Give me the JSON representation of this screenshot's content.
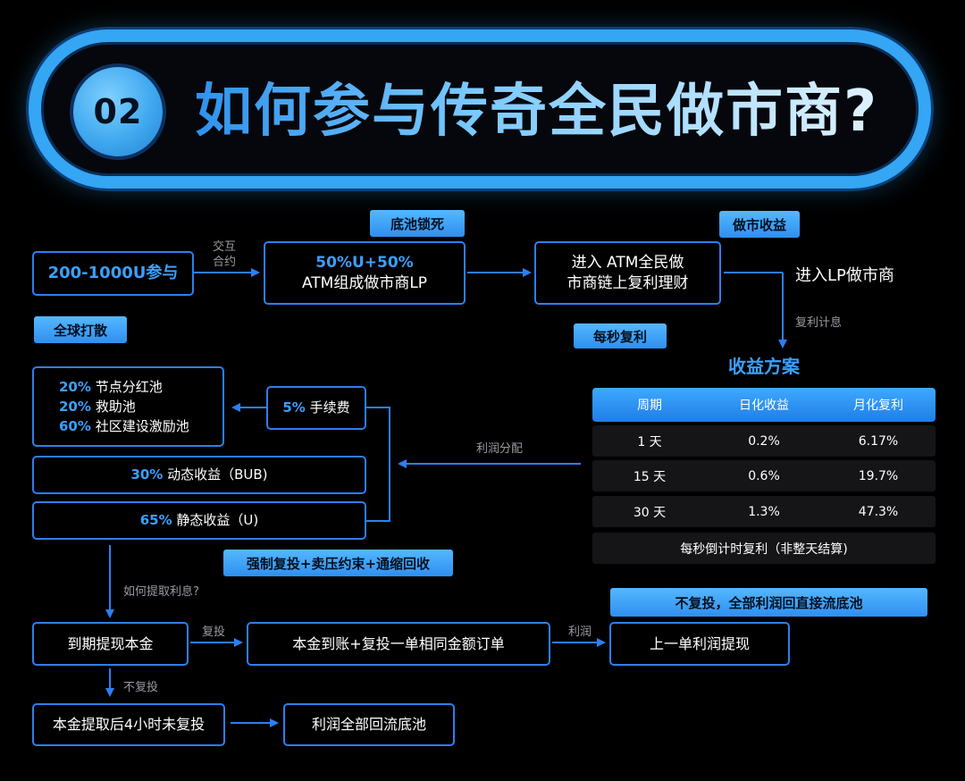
{
  "title": {
    "number": "02",
    "text": "如何参与传奇全民做市商?"
  },
  "tags": {
    "lock_pool": "底池锁死",
    "mm_income": "做市收益",
    "global": "全球打散",
    "per_second": "每秒复利",
    "forced": "强制复投+卖压约束+通缩回收",
    "no_reinvest_all": "不复投，全部利润回直接流底池"
  },
  "flow": {
    "entry": "200-1000U参与",
    "interact_label_1": "交互",
    "interact_label_2": "合约",
    "lp_highlight": "50%U+50%",
    "lp_text": "ATM组成做市商LP",
    "atm_line1": "进入 ATM全民做",
    "atm_line2": "市商链上复利理财",
    "enter_lp": "进入LP做市商",
    "compound_label": "复利计息",
    "profit_dist": "利润分配",
    "fee_pct": "5%",
    "fee_text": "手续费"
  },
  "allocation": {
    "pools": [
      {
        "pct": "20%",
        "label": "节点分红池"
      },
      {
        "pct": "20%",
        "label": "救助池"
      },
      {
        "pct": "60%",
        "label": "社区建设激励池"
      }
    ],
    "dynamic_pct": "30%",
    "dynamic_text": "动态收益（BUB)",
    "static_pct": "65%",
    "static_text": "静态收益（U)"
  },
  "withdraw": {
    "question": "如何提取利息?",
    "maturity": "到期提现本金",
    "reinvest_label": "复投",
    "reinvest_box": "本金到账+复投一单相同金额订单",
    "profit_label": "利润",
    "last_profit": "上一单利润提现",
    "no_reinvest_label": "不复投",
    "no_reinvest_box": "本金提取后4小时未复投",
    "return_pool": "利润全部回流底池"
  },
  "plan": {
    "title": "收益方案",
    "headers": [
      "周期",
      "日化收益",
      "月化复利"
    ],
    "rows": [
      [
        "1 天",
        "0.2%",
        "6.17%"
      ],
      [
        "15 天",
        "0.6%",
        "19.7%"
      ],
      [
        "30 天",
        "1.3%",
        "47.3%"
      ]
    ],
    "footer": "每秒倒计时复利（非整天结算)"
  },
  "colors": {
    "accent": "#2d7ff2",
    "title_blue": "#34a6f3",
    "text_blue": "#3aa0ff"
  }
}
